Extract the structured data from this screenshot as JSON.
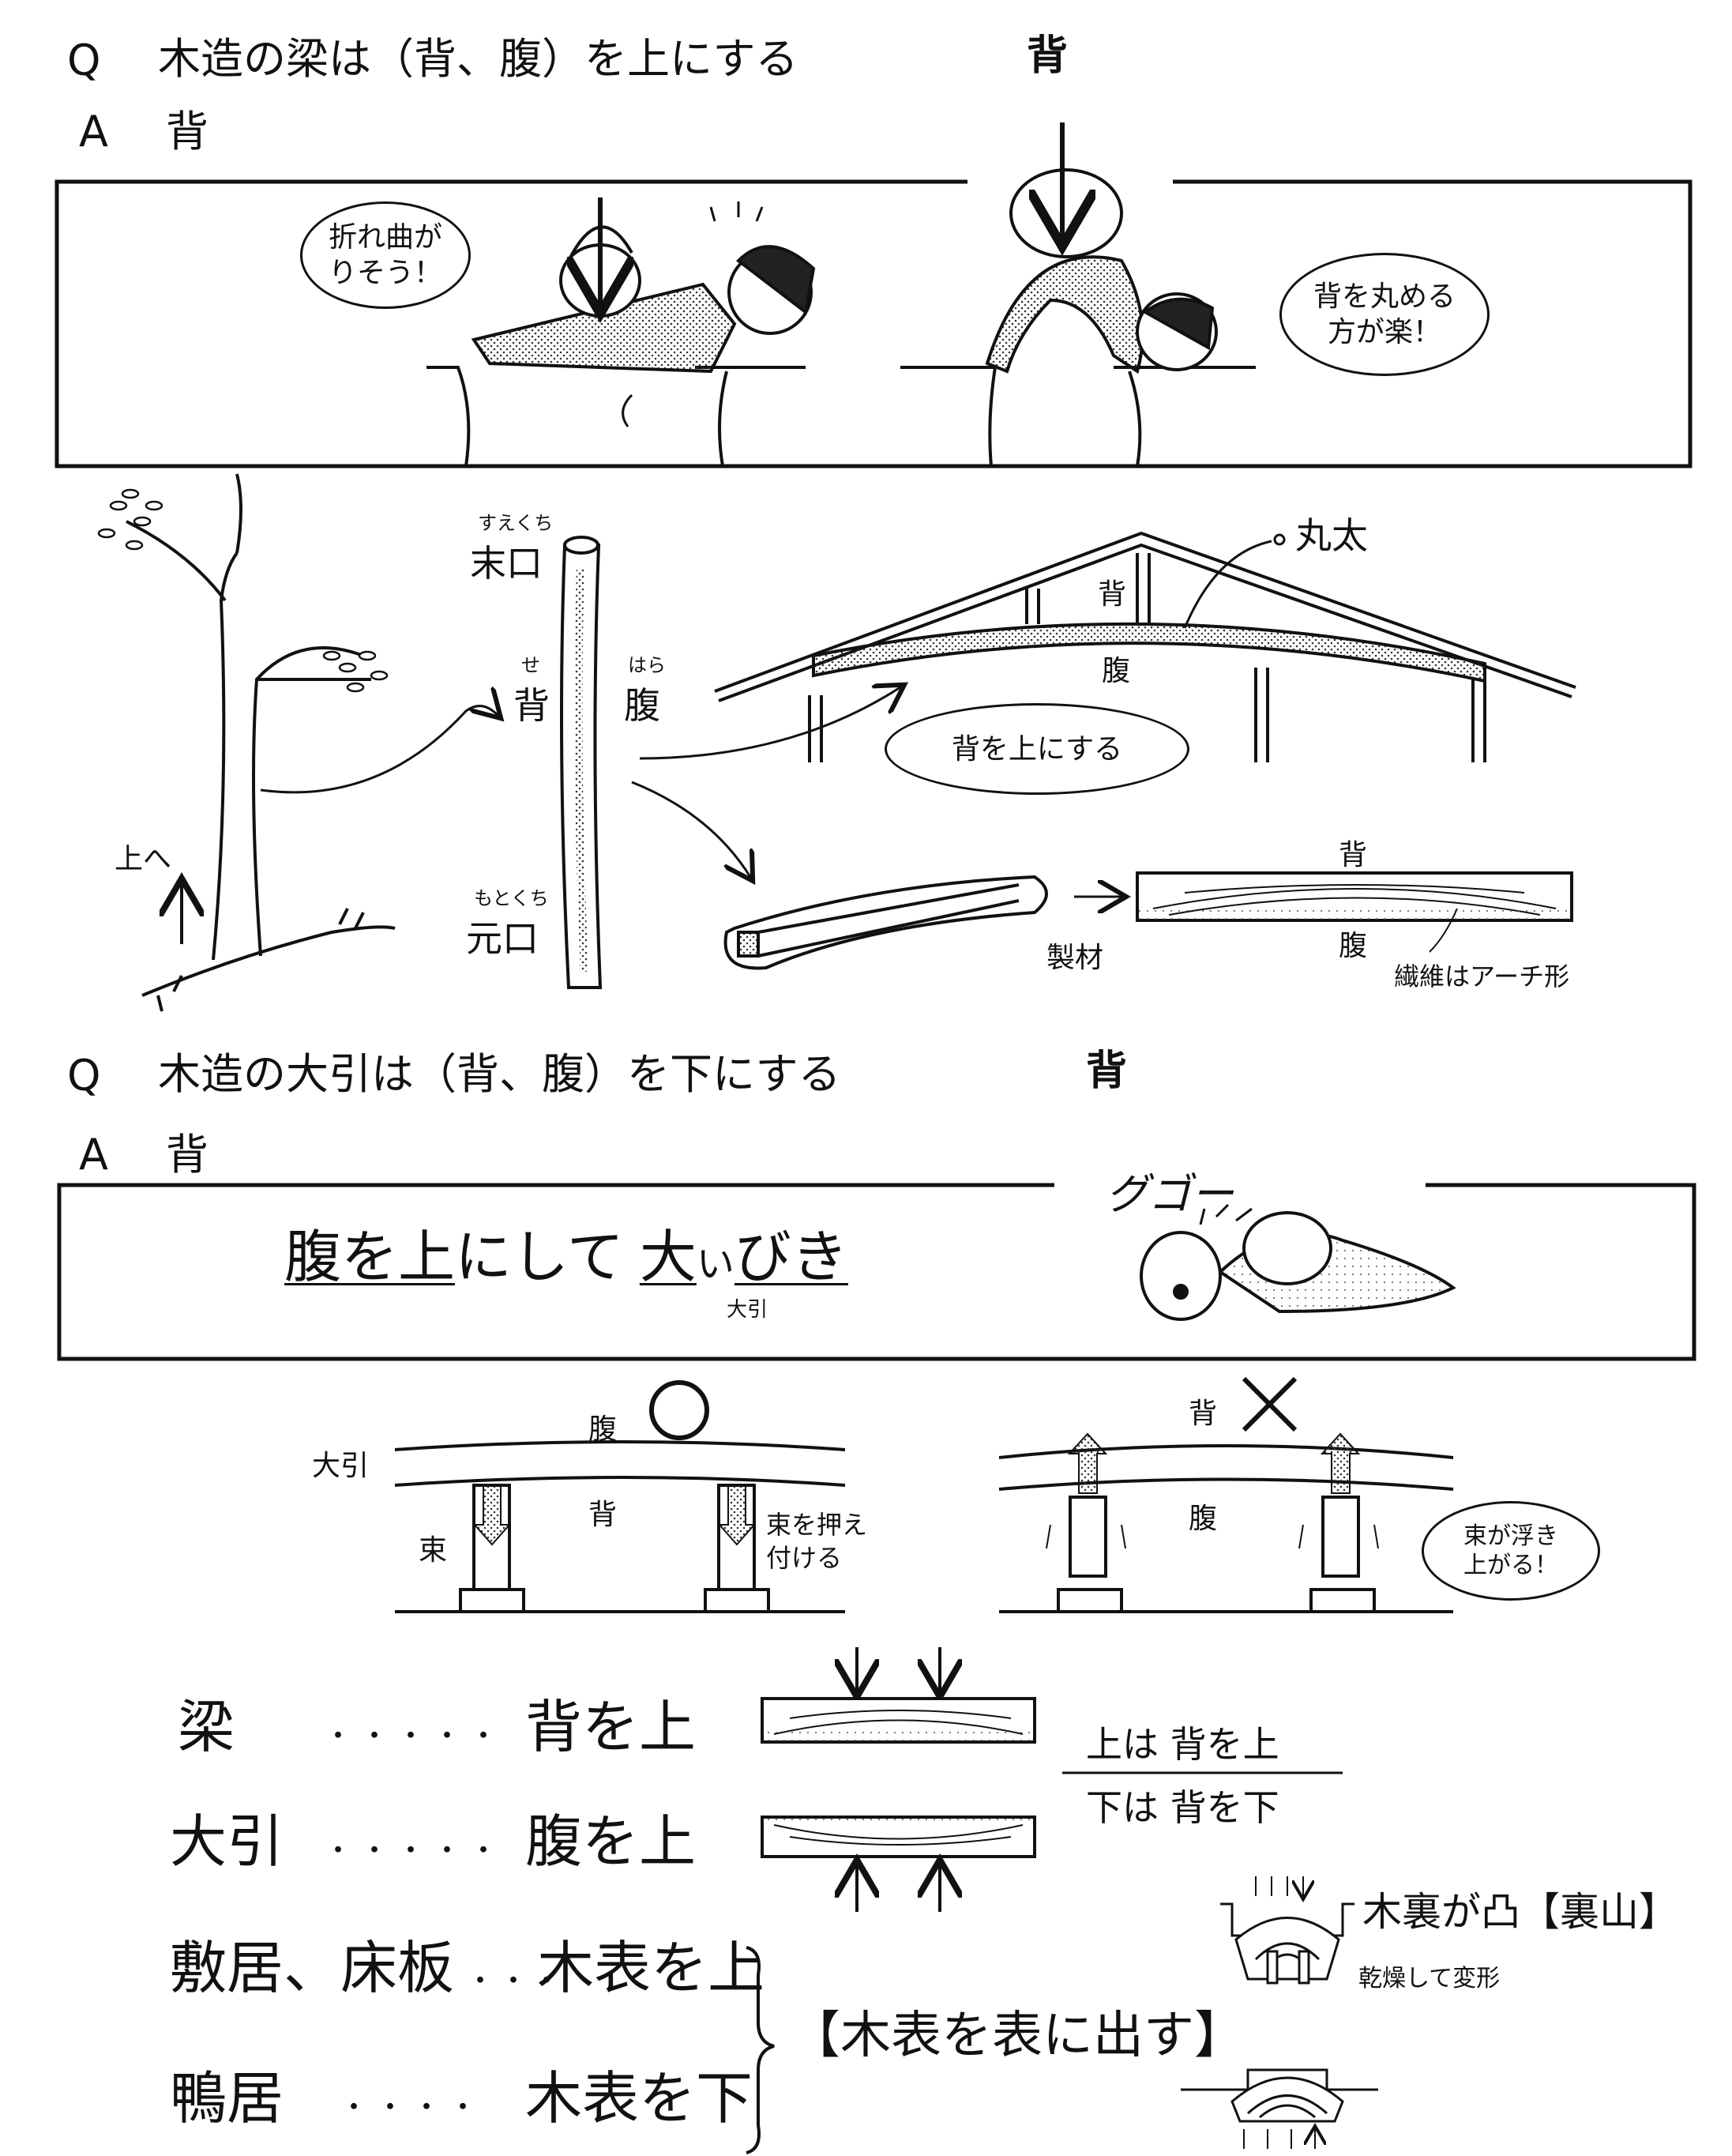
{
  "q1": {
    "q_mark": "Q",
    "question": "木造の梁は（背、腹）を上にする",
    "answer_choice": "背",
    "a_mark": "A",
    "answer": "背",
    "panel": {
      "bubble_left_line1": "折れ曲が",
      "bubble_left_line2": "りそう！",
      "bubble_right_line1": "背を丸める",
      "bubble_right_line2": "方が楽！"
    }
  },
  "diagram1": {
    "up_label": "上へ",
    "top_end": "末口",
    "top_end_reading": "すえくち",
    "back": "背",
    "back_reading": "せ",
    "belly": "腹",
    "belly_reading": "はら",
    "base_end": "元口",
    "base_end_reading": "もとくち",
    "roof_log_label": "丸太",
    "roof_back": "背",
    "roof_belly": "腹",
    "roof_bubble": "背を上にする",
    "lumber_label": "製材",
    "lumber_back": "背",
    "lumber_belly": "腹",
    "fiber_note": "繊維はアーチ形"
  },
  "q2": {
    "q_mark": "Q",
    "question": "木造の大引は（背、腹）を下にする",
    "answer_choice": "背",
    "a_mark": "A",
    "answer": "背",
    "panel": {
      "mnemonic_1": "腹",
      "mnemonic_2": "を",
      "mnemonic_3": "上",
      "mnemonic_4": "にして",
      "mnemonic_5": "大",
      "mnemonic_6": "い",
      "mnemonic_7": "びき",
      "mnemonic_small": "大引",
      "snore": "グゴー"
    }
  },
  "diagram2": {
    "left": {
      "beam_label": "大引",
      "top_label": "腹",
      "bottom_label": "背",
      "post_label": "束",
      "note_line1": "束を押え",
      "note_line2": "付ける",
      "mark": "○"
    },
    "right": {
      "top_label": "背",
      "bottom_label": "腹",
      "bubble_line1": "束が浮き",
      "bubble_line2": "上がる！",
      "mark": "×"
    }
  },
  "summary": {
    "rows": [
      {
        "item": "梁",
        "dots": "・・・・・",
        "rule": "背を上"
      },
      {
        "item": "大引",
        "dots": "・・・・・",
        "rule": "腹を上"
      },
      {
        "item": "敷居、床板",
        "dots": "・・・",
        "rule": "木表を上"
      },
      {
        "item": "鴨居",
        "dots": "・・・・",
        "rule": "木表を下"
      }
    ],
    "side_rule_top": "上は 背を上",
    "side_rule_bottom": "下は 背を下",
    "bracket_note": "【木表を表に出す】",
    "grain_note": "木裏が凸【裏山】",
    "dry_note": "乾燥して変形"
  }
}
